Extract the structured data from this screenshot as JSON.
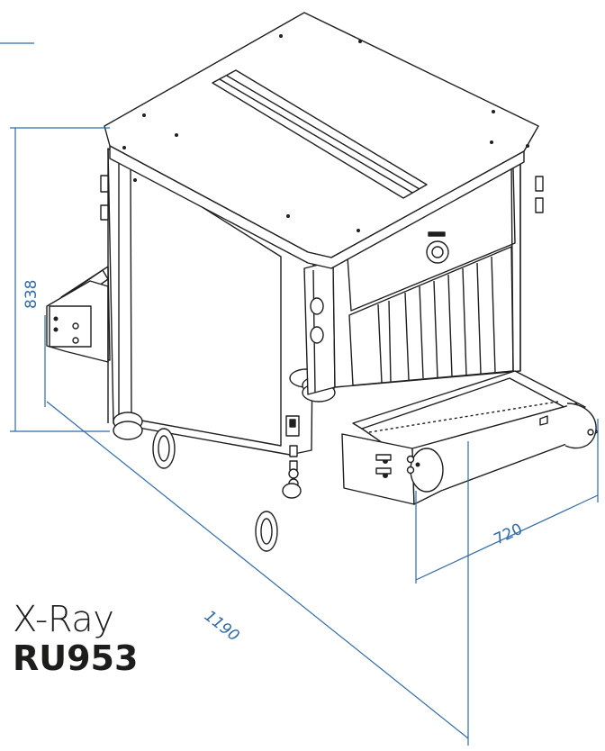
{
  "product": {
    "line1": "X-Ray",
    "line2": "RU953"
  },
  "dimensions": {
    "height": "838",
    "length": "1190",
    "width": "720"
  },
  "colors": {
    "dimension_line": "#2f6aa7",
    "drawing_line": "#1f1f1f",
    "title_text": "#1d1d1b"
  }
}
